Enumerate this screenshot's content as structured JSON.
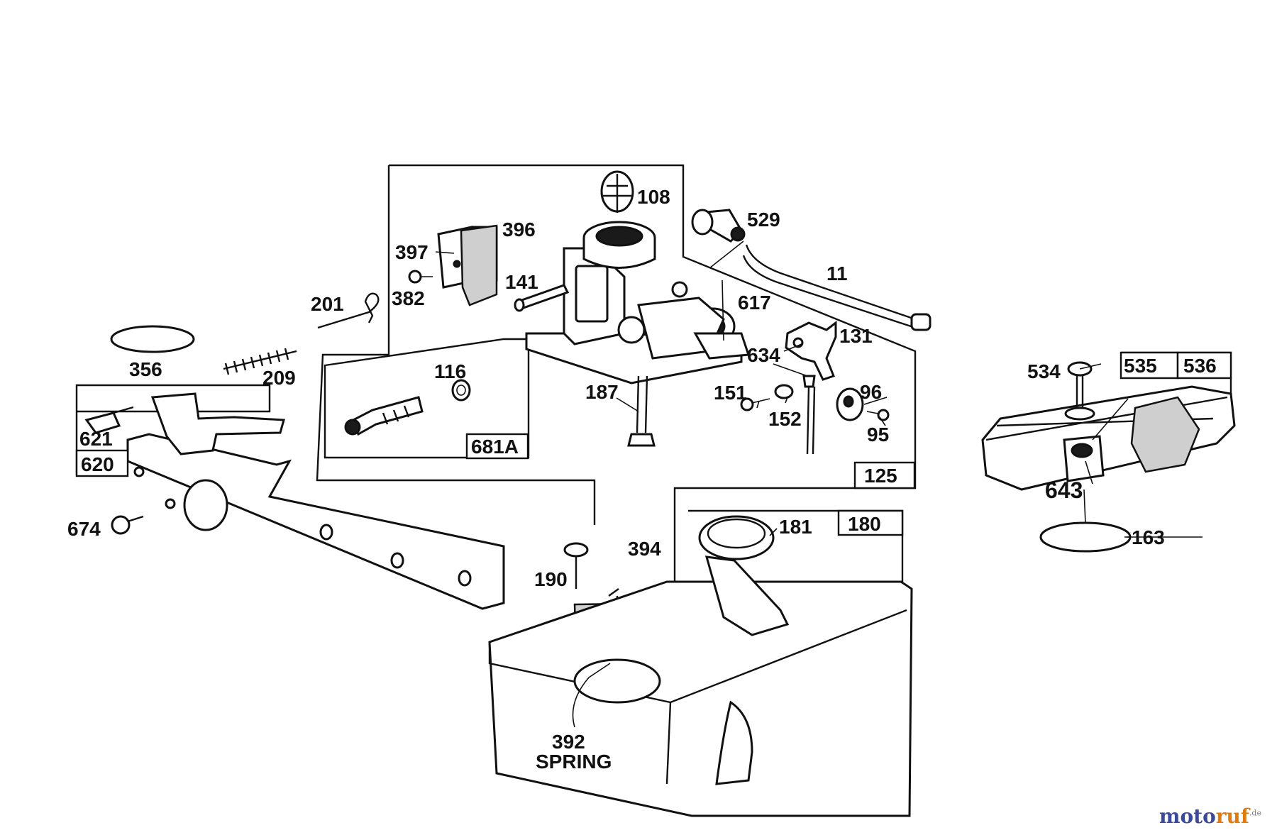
{
  "labels": {
    "p108": "108",
    "p529": "529",
    "p396": "396",
    "p397": "397",
    "p382": "382",
    "p141": "141",
    "p201": "201",
    "p11": "11",
    "p617": "617",
    "p131": "131",
    "p634": "634",
    "p356": "356",
    "p209": "209",
    "p116": "116",
    "p187": "187",
    "p151": "151",
    "p96": "96",
    "p152": "152",
    "p95": "95",
    "p621": "621",
    "p620": "620",
    "p681A": "681A",
    "p125": "125",
    "p674": "674",
    "p534": "534",
    "p535": "535",
    "p536": "536",
    "p643": "643",
    "p163": "163",
    "p181": "181",
    "p180": "180",
    "p394": "394",
    "p190": "190",
    "p392": "392",
    "spring": "SPRING"
  },
  "watermark": {
    "part1": "moto",
    "part2": "ruf",
    "part3": ".de"
  }
}
